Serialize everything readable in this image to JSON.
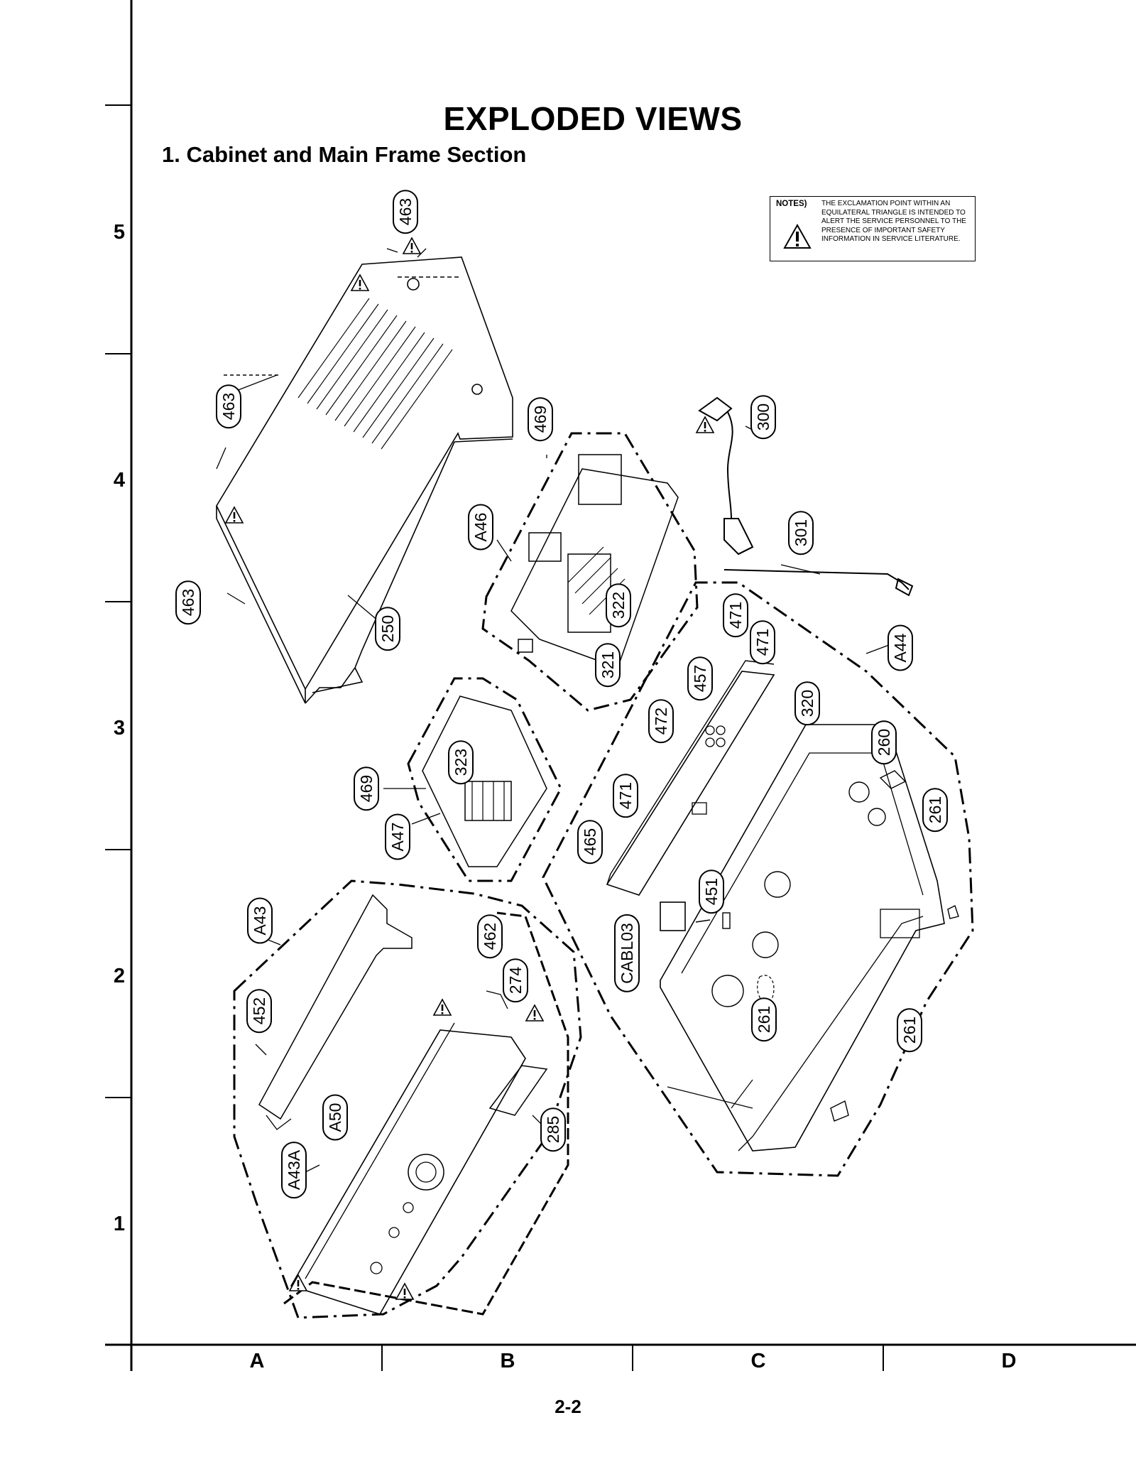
{
  "page": {
    "title": "EXPLODED VIEWS",
    "subtitle": "1. Cabinet and Main Frame Section",
    "page_number": "2-2"
  },
  "grid": {
    "rows": [
      "5",
      "4",
      "3",
      "2",
      "1"
    ],
    "columns": [
      "A",
      "B",
      "C",
      "D"
    ]
  },
  "note": {
    "heading": "NOTES)",
    "text": "THE EXCLAMATION POINT WITHIN AN EQUILATERAL TRIANGLE IS INTENDED TO ALERT THE SERVICE PERSONNEL TO THE PRESENCE OF IMPORTANT SAFETY INFORMATION IN SERVICE LITERATURE.",
    "icon": "warning-triangle-icon"
  },
  "part_labels": [
    "463",
    "463",
    "463",
    "250",
    "469",
    "A46",
    "322",
    "321",
    "300",
    "301",
    "471",
    "471",
    "A44",
    "457",
    "472",
    "320",
    "260",
    "469",
    "323",
    "A47",
    "471",
    "465",
    "261",
    "451",
    "CABL03",
    "A43",
    "462",
    "274",
    "452",
    "A50",
    "285",
    "A43A",
    "261",
    "261"
  ]
}
